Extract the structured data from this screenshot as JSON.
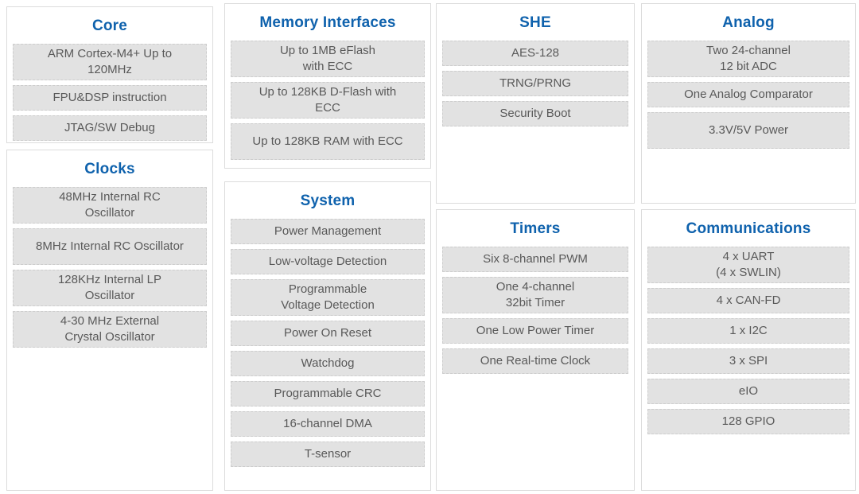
{
  "colors": {
    "title_blue": "#0f62ad",
    "item_background": "#e2e2e2",
    "item_text": "#595959",
    "section_border": "#dcdcdc"
  },
  "sections": {
    "core": {
      "title": "Core",
      "items": [
        "ARM Cortex-M4+ Up to\n120MHz",
        "FPU&DSP instruction",
        "JTAG/SW Debug"
      ]
    },
    "clocks": {
      "title": "Clocks",
      "items": [
        "48MHz Internal RC\nOscillator",
        "8MHz Internal RC Oscillator",
        "128KHz Internal LP\nOscillator",
        "4-30 MHz External\nCrystal Oscillator"
      ]
    },
    "memory_interfaces": {
      "title": "Memory Interfaces",
      "items": [
        "Up to 1MB eFlash\nwith ECC",
        "Up to 128KB D-Flash with\nECC",
        "Up to 128KB RAM with ECC"
      ]
    },
    "system": {
      "title": "System",
      "items": [
        "Power Management",
        "Low-voltage Detection",
        "Programmable\nVoltage Detection",
        "Power On Reset",
        "Watchdog",
        "Programmable CRC",
        "16-channel DMA",
        "T-sensor"
      ]
    },
    "she": {
      "title": "SHE",
      "items": [
        "AES-128",
        "TRNG/PRNG",
        "Security Boot"
      ]
    },
    "timers": {
      "title": "Timers",
      "items": [
        "Six 8-channel PWM",
        "One 4-channel\n32bit Timer",
        "One Low Power Timer",
        "One Real-time Clock"
      ]
    },
    "analog": {
      "title": "Analog",
      "items": [
        "Two 24-channel\n12 bit ADC",
        "One Analog Comparator",
        "3.3V/5V Power"
      ]
    },
    "communications": {
      "title": "Communications",
      "items": [
        "4 x UART\n(4 x SWLIN)",
        "4 x CAN-FD",
        "1 x I2C",
        "3 x SPI",
        "eIO",
        "128 GPIO"
      ]
    }
  }
}
